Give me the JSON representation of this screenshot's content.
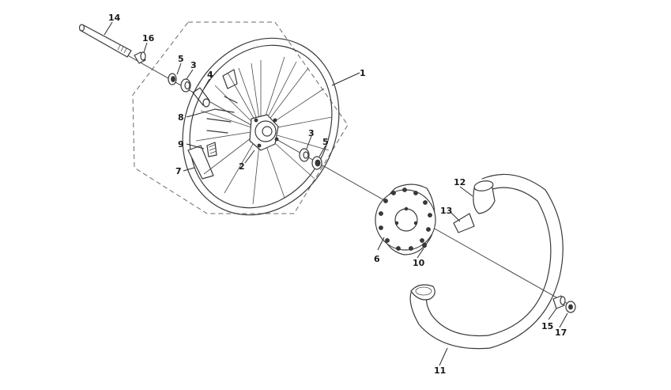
{
  "callouts": [
    {
      "id": "c1",
      "text": "1"
    },
    {
      "id": "c2",
      "text": "2"
    },
    {
      "id": "c3a",
      "text": "3"
    },
    {
      "id": "c3b",
      "text": "3"
    },
    {
      "id": "c4",
      "text": "4"
    },
    {
      "id": "c5a",
      "text": "5"
    },
    {
      "id": "c5b",
      "text": "5"
    },
    {
      "id": "c6",
      "text": "6"
    },
    {
      "id": "c7",
      "text": "7"
    },
    {
      "id": "c8",
      "text": "8"
    },
    {
      "id": "c9",
      "text": "9"
    },
    {
      "id": "c10",
      "text": "10"
    },
    {
      "id": "c11",
      "text": "11"
    },
    {
      "id": "c12",
      "text": "12"
    },
    {
      "id": "c13",
      "text": "13"
    },
    {
      "id": "c14",
      "text": "14"
    },
    {
      "id": "c15",
      "text": "15"
    },
    {
      "id": "c16",
      "text": "16"
    },
    {
      "id": "c17",
      "text": "17"
    }
  ],
  "colors": {
    "line": "#3a3a3a",
    "background": "#ffffff"
  }
}
